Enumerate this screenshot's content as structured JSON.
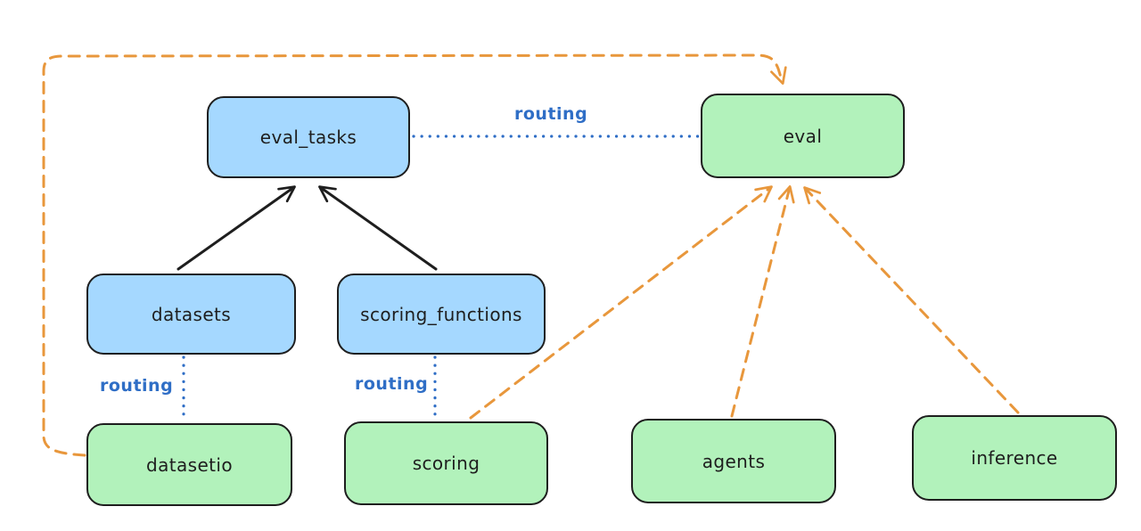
{
  "diagram": {
    "nodes": {
      "eval_tasks": {
        "label": "eval_tasks",
        "color": "blue"
      },
      "eval": {
        "label": "eval",
        "color": "green"
      },
      "datasets": {
        "label": "datasets",
        "color": "blue"
      },
      "scoring_functions": {
        "label": "scoring_functions",
        "color": "blue"
      },
      "datasetio": {
        "label": "datasetio",
        "color": "green"
      },
      "scoring": {
        "label": "scoring",
        "color": "green"
      },
      "agents": {
        "label": "agents",
        "color": "green"
      },
      "inference": {
        "label": "inference",
        "color": "green"
      }
    },
    "labels": {
      "routing": "routing"
    },
    "edges": [
      {
        "from": "datasets",
        "to": "eval_tasks",
        "style": "solid",
        "color": "black",
        "arrow": true
      },
      {
        "from": "scoring_functions",
        "to": "eval_tasks",
        "style": "solid",
        "color": "black",
        "arrow": true
      },
      {
        "from": "eval_tasks",
        "to": "eval",
        "style": "dotted",
        "color": "blue",
        "arrow": false,
        "label": "routing"
      },
      {
        "from": "datasets",
        "to": "datasetio",
        "style": "dotted",
        "color": "blue",
        "arrow": false,
        "label": "routing"
      },
      {
        "from": "scoring_functions",
        "to": "scoring",
        "style": "dotted",
        "color": "blue",
        "arrow": false,
        "label": "routing"
      },
      {
        "from": "datasetio",
        "to": "eval",
        "style": "dashed",
        "color": "orange",
        "arrow": true
      },
      {
        "from": "scoring",
        "to": "eval",
        "style": "dashed",
        "color": "orange",
        "arrow": true
      },
      {
        "from": "agents",
        "to": "eval",
        "style": "dashed",
        "color": "orange",
        "arrow": true
      },
      {
        "from": "inference",
        "to": "eval",
        "style": "dashed",
        "color": "orange",
        "arrow": true
      }
    ],
    "colors": {
      "blue_fill": "#a5d8ff",
      "green_fill": "#b2f2bb",
      "node_stroke": "#1e1e1e",
      "routing_blue": "#2f6ec6",
      "orange": "#e8973c",
      "black_edge": "#1e1e1e",
      "background": "#ffffff"
    }
  }
}
